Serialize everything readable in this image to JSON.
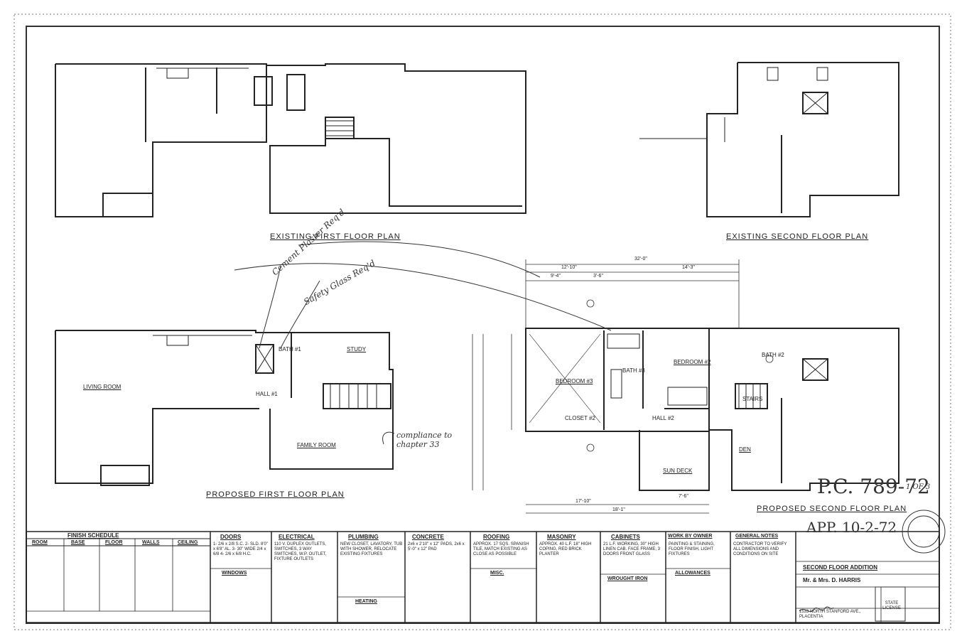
{
  "plans": {
    "existing_first": "EXISTING FIRST FLOOR PLAN",
    "existing_second": "EXISTING SECOND FLOOR PLAN",
    "proposed_first": "PROPOSED FIRST FLOOR PLAN",
    "proposed_second": "PROPOSED SECOND FLOOR PLAN"
  },
  "rooms": {
    "living_room": "LIVING ROOM",
    "family_room": "FAMILY ROOM",
    "study": "STUDY",
    "hall1": "HALL #1",
    "bath1": "BATH #1",
    "bedroom3": "BEDROOM #3",
    "bedroom2": "BEDROOM #2",
    "bath2": "BATH #2",
    "bath3": "BATH #3",
    "hall2": "HALL #2",
    "closet": "CLOSET #2",
    "stairs": "STAIRS",
    "den": "DEN",
    "sun_deck": "SUN DECK"
  },
  "annotations": {
    "note1": "Cement Plaster Req'd",
    "note2": "Safety Glass Req'd",
    "note3": "compliance to chapter 33",
    "plan_check": "P.C. 789-72",
    "sheet_no": "1 OF 3",
    "approval": "APP. 10-2-72"
  },
  "dimensions": {
    "overall": "32'-0\"",
    "d1": "12'-10\"",
    "d2": "14'-3\"",
    "d3": "9'-4\"",
    "d4": "3'-6\"",
    "d5": "17'-10\"",
    "d6": "18'-1\"",
    "d7": "7'-6\""
  },
  "schedule": {
    "finish_title": "FINISH SCHEDULE",
    "columns": [
      "ROOM",
      "BASE",
      "FLOOR",
      "WALLS",
      "CEILING"
    ],
    "sections": [
      {
        "title": "DOORS",
        "text": "1- 2/6 x 2/8 S.C. 2- SLD. 8'0\" x 6'8\" AL. 3- 30\" WIDE 2/4 x 6/8 4- 2/6 x 6/8 H.C."
      },
      {
        "title": "ELECTRICAL",
        "text": "110 V. DUPLEX OUTLETS, SWITCHES, 3 WAY SWITCHES, W.P. OUTLET, FIXTURE OUTLETS"
      },
      {
        "title": "PLUMBING",
        "text": "NEW CLOSET, LAVATORY, TUB WITH SHOWER, RELOCATE EXISTING FIXTURES"
      },
      {
        "title": "CONCRETE",
        "text": "2x6 x 2'10\" x 12\" PADS, 2x6 x 5'-0\" x 12\" PAD"
      },
      {
        "title": "ROOFING",
        "text": "APPROX. 17 SQS. SPANISH TILE, MATCH EXISTING AS CLOSE AS POSSIBLE"
      },
      {
        "title": "MASONRY",
        "text": "APPROX. 40 L.F. 18\" HIGH COPING, RED BRICK PLANTER"
      },
      {
        "title": "CABINETS",
        "text": "21 L.F. WORKING, 30\" HIGH LINEN CAB. FACE FRAME, 3 DOORS FRONT GLASS"
      },
      {
        "title": "WORK BY OWNER",
        "text": "PAINTING & STAINING, FLOOR FINISH, LIGHT FIXTURES"
      },
      {
        "title": "GENERAL NOTES",
        "text": "CONTRACTOR TO VERIFY ALL DIMENSIONS AND CONDITIONS ON SITE"
      }
    ],
    "sub_sections": [
      "WINDOWS",
      "MISC.",
      "HEATING",
      "WROUGHT IRON",
      "ALLOWANCES"
    ]
  },
  "title_block": {
    "project": "SECOND FLOOR ADDITION",
    "client": "Mr. & Mrs. D. HARRIS",
    "address": "1533 NORTH STANFORD AVE., PLACENTIA",
    "stamp": "STATE LICENSE"
  }
}
